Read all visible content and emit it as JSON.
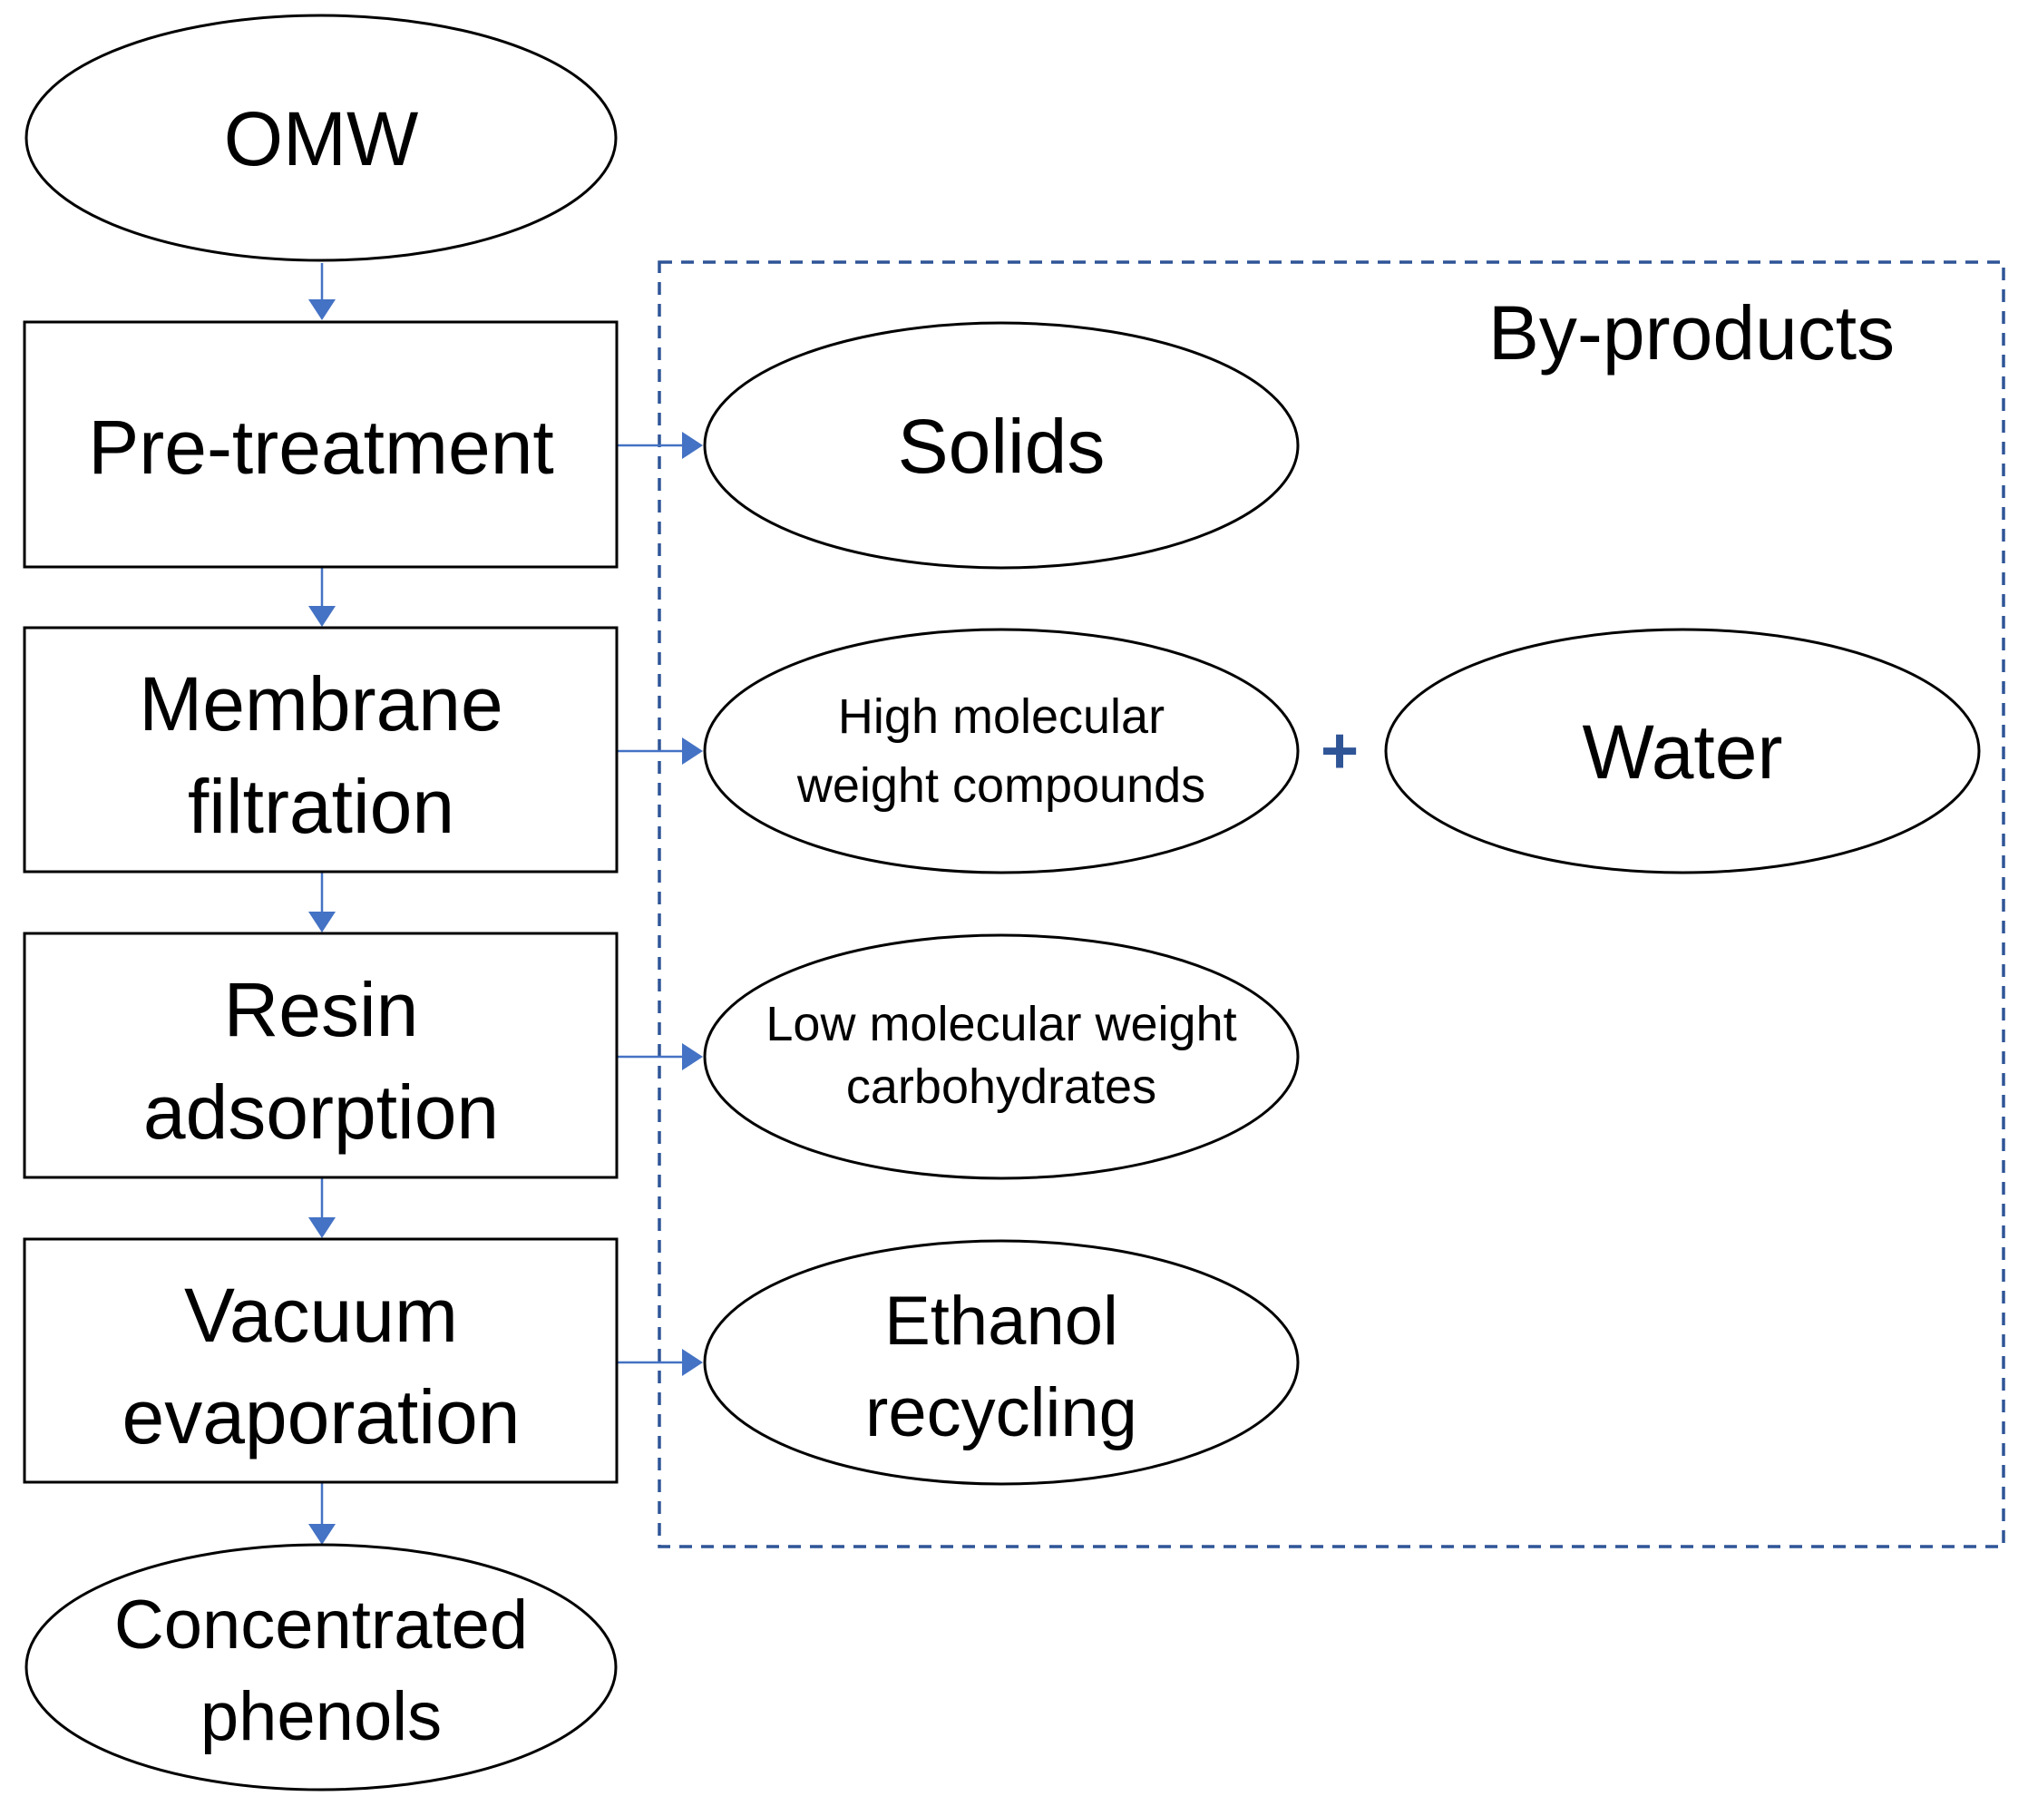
{
  "diagram": {
    "group_label": "By-products",
    "join_symbol": "+",
    "process_chain": [
      {
        "id": "omw",
        "shape": "ellipse",
        "lines": [
          "OMW"
        ]
      },
      {
        "id": "pretreatment",
        "shape": "rectangle",
        "lines": [
          "Pre-treatment"
        ]
      },
      {
        "id": "membrane",
        "shape": "rectangle",
        "lines": [
          "Membrane",
          "filtration"
        ]
      },
      {
        "id": "resin",
        "shape": "rectangle",
        "lines": [
          "Resin",
          "adsorption"
        ]
      },
      {
        "id": "vacuum",
        "shape": "rectangle",
        "lines": [
          "Vacuum",
          "evaporation"
        ]
      },
      {
        "id": "phenols",
        "shape": "ellipse",
        "lines": [
          "Concentrated",
          "phenols"
        ]
      }
    ],
    "byproducts": [
      {
        "id": "solids",
        "from": "pretreatment",
        "lines": [
          "Solids"
        ]
      },
      {
        "id": "hmw",
        "from": "membrane",
        "lines": [
          "High molecular",
          "weight compounds"
        ]
      },
      {
        "id": "water",
        "from": "membrane",
        "lines": [
          "Water"
        ]
      },
      {
        "id": "lmw",
        "from": "resin",
        "lines": [
          "Low molecular weight",
          "carbohydrates"
        ]
      },
      {
        "id": "ethanol",
        "from": "vacuum",
        "lines": [
          "Ethanol",
          "recycling"
        ]
      }
    ],
    "colors": {
      "arrow": "#4472c4",
      "frame": "#2f5597",
      "outline": "#000000",
      "fill": "#ffffff"
    }
  }
}
